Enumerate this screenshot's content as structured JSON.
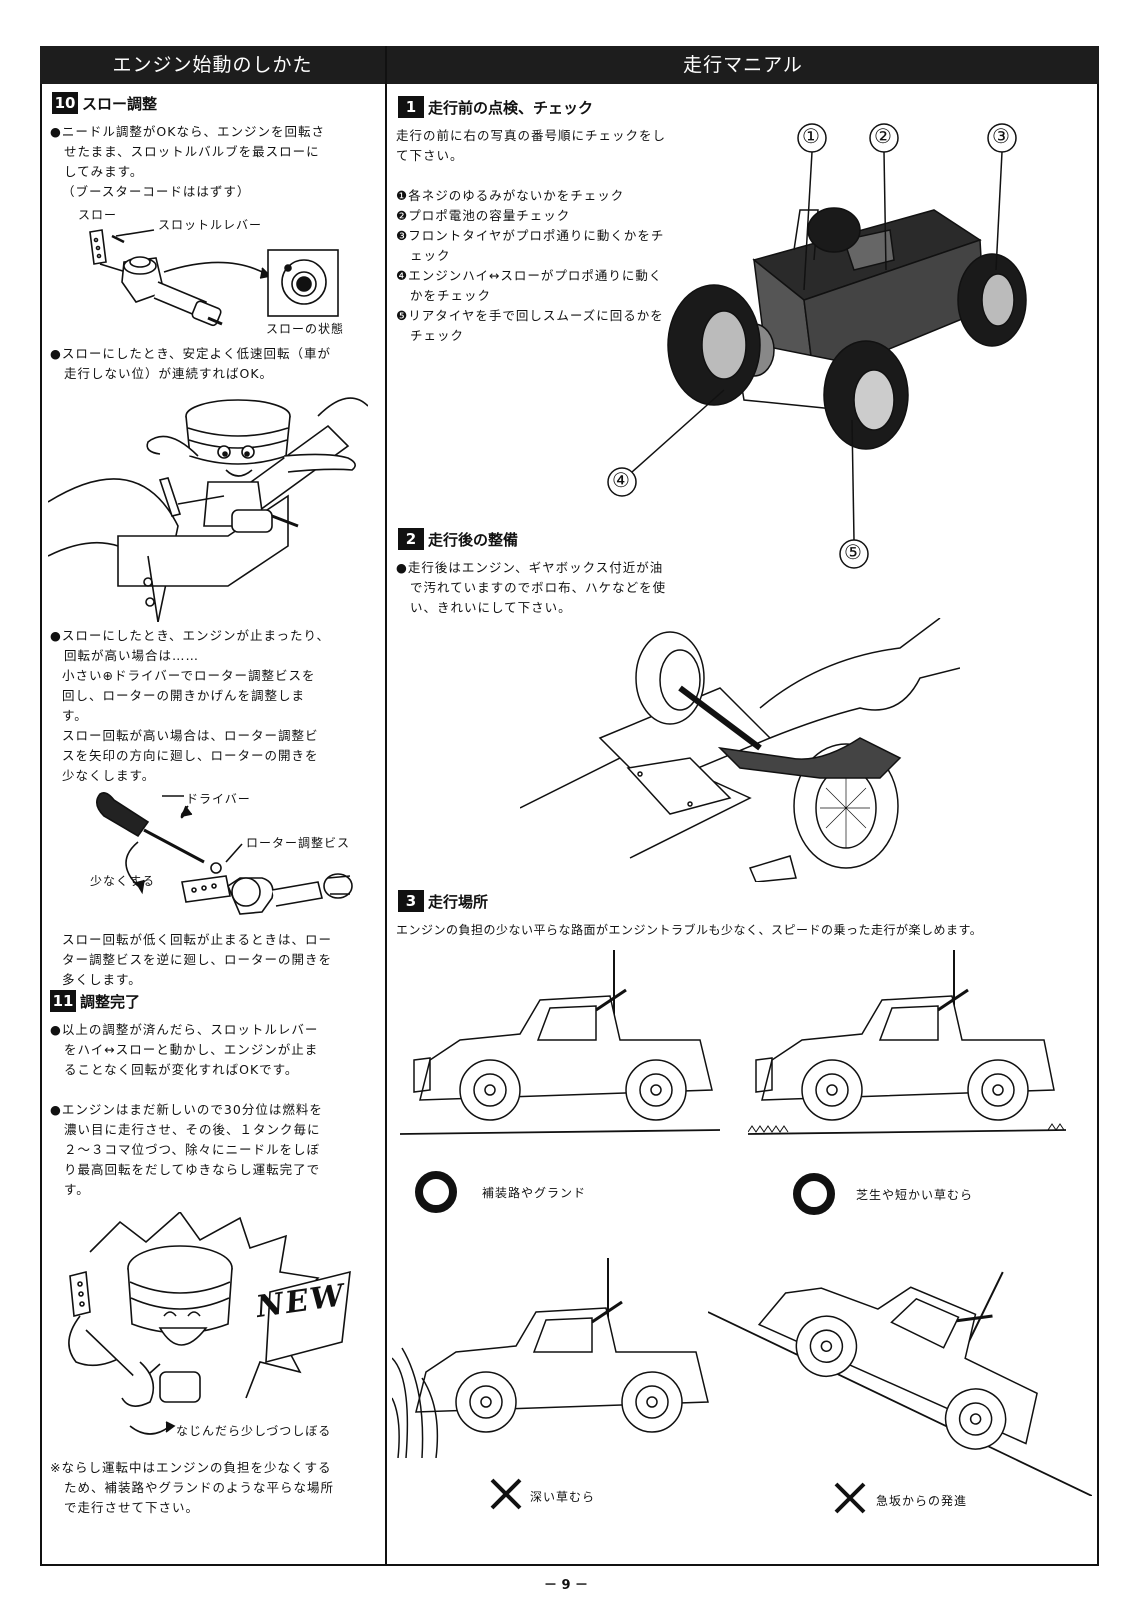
{
  "header": {
    "left_title": "エンジン始動のしかた",
    "right_title": "走行マニアル"
  },
  "sec10": {
    "num": "10",
    "title": "スロー調整",
    "p1": "●ニードル調整がOKなら、エンジンを回転させたまま、スロットルバルブを最スローにしてみます。",
    "p1b": "（ブースターコードははずす）",
    "label_slow": "スロー",
    "label_throttle_lever": "スロットルレバー",
    "label_slow_state": "スローの状態",
    "p2": "●スローにしたとき、安定よく低速回転（車が走行しない位）が連続すればOK。",
    "p3": "●スローにしたとき、エンジンが止まったり、回転が高い場合は……",
    "p3b": "小さい⊕ドライバーでローター調整ビスを回し、ローターの開きかげんを調整します。",
    "p3c": "スロー回転が高い場合は、ローター調整ビスを矢印の方向に廻し、ローターの開きを少なくします。",
    "label_driver": "ドライバー",
    "label_rotor_screw": "ローター調整ビス",
    "label_less": "少なくする",
    "p4": "スロー回転が低く回転が止まるときは、ローター調整ビスを逆に廻し、ローターの開きを多くします。"
  },
  "sec11": {
    "num": "11",
    "title": "調整完了",
    "p1": "●以上の調整が済んだら、スロットルレバーをハイ↔スローと動かし、エンジンが止まることなく回転が変化すればOKです。",
    "p2": "●エンジンはまだ新しいので30分位は燃料を濃い目に走行させ、その後、１タンク毎に２〜３コマ位づつ、除々にニードルをしぼり最高回転をだしてゆきならし運転完了です。",
    "new_label": "NEW",
    "label_squeeze": "なじんだら少しづつしぼる",
    "note": "※ならし運転中はエンジンの負担を少なくするため、補装路やグランドのような平らな場所で走行させて下さい。"
  },
  "sec1": {
    "num": "1",
    "title": "走行前の点検、チェック",
    "intro": "走行の前に右の写真の番号順にチェックをして下さい。",
    "items": [
      "❶各ネジのゆるみがないかをチェック",
      "❷プロポ電池の容量チェック",
      "❸フロントタイヤがプロポ通りに動くかをチェック",
      "❹エンジンハイ↔スローがプロポ通りに動くかをチェック",
      "❺リアタイヤを手で回しスムーズに回るかをチェック"
    ],
    "callouts": [
      "①",
      "②",
      "③",
      "④",
      "⑤"
    ]
  },
  "sec2": {
    "num": "2",
    "title": "走行後の整備",
    "p1": "●走行後はエンジン、ギヤボックス付近が油で汚れていますのでボロ布、ハケなどを使い、きれいにして下さい。"
  },
  "sec3": {
    "num": "3",
    "title": "走行場所",
    "intro": "エンジンの負担の少ない平らな路面がエンジントラブルも少なく、スピードの乗った走行が楽しめます。",
    "ok1": "補装路やグランド",
    "ok2": "芝生や短かい草むら",
    "ng1": "深い草むら",
    "ng2": "急坂からの発進"
  },
  "footer": {
    "page": "－ 9 －"
  }
}
